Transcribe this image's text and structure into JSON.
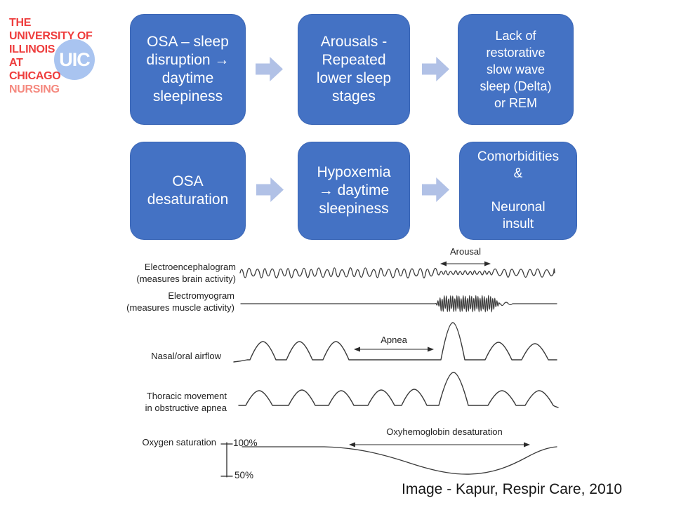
{
  "colors": {
    "box": "#4472c4",
    "box_border": "#3b66b5",
    "arrow": "#b1c1e6",
    "logo_red": "#ee3d3d",
    "logo_salmon": "#f5897f",
    "logo_circle": "#a9c4f0",
    "trace": "#3a3a3a"
  },
  "logo": {
    "lines": "THE\nUNIVERSITY OF\nILLINOIS\nAT\nCHICAGO",
    "nursing": "NURSING",
    "badge": "UIC"
  },
  "flow": {
    "row1": [
      {
        "text": "OSA – sleep\ndisruption →\ndaytime\nsleepiness"
      },
      {
        "text": "Arousals -\nRepeated\nlower sleep\nstages"
      },
      {
        "text": "Lack of\nrestorative\nslow wave\nsleep (Delta)\nor REM"
      }
    ],
    "row2": [
      {
        "text": "OSA\ndesaturation"
      },
      {
        "text": "Hypoxemia\n→  daytime\nsleepiness"
      },
      {
        "text": "Comorbidities\n&\n\nNeuronal\ninsult"
      }
    ]
  },
  "diagram": {
    "labels": {
      "eeg": "Electroencephalogram\n(measures brain activity)",
      "emg": "Electromyogram\n(measures muscle activity)",
      "airflow": "Nasal/oral airflow",
      "thoracic": "Thoracic movement\nin obstructive apnea",
      "oxygen": "Oxygen saturation"
    },
    "annotations": {
      "arousal": "Arousal",
      "apnea": "Apnea",
      "oxy_desat": "Oxyhemoglobin desaturation",
      "sat_top": "100%",
      "sat_bottom": "50%"
    }
  },
  "citation": "Image - Kapur, Respir Care, 2010"
}
